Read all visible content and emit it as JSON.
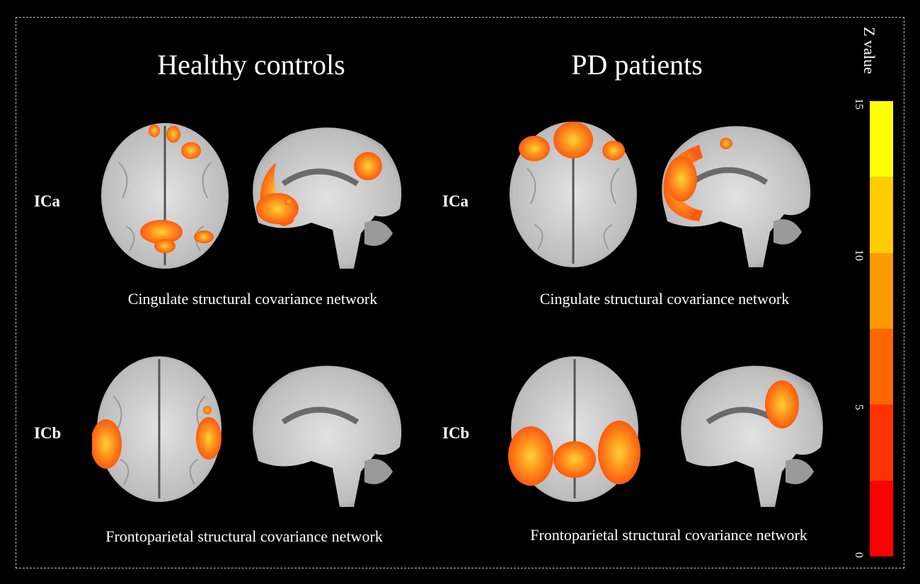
{
  "titles": {
    "left": "Healthy controls",
    "right": "PD patients"
  },
  "rows": {
    "a": "ICa",
    "b": "ICb"
  },
  "captions": {
    "cingulate": "Cingulate structural covariance network",
    "frontoparietal": "Frontoparietal structural covariance network"
  },
  "colorbar": {
    "label": "Z value",
    "ticks": [
      "15",
      "10",
      "5",
      "0"
    ],
    "colors": [
      "#ffff00",
      "#ffcc00",
      "#ff9900",
      "#ff6600",
      "#ff3300",
      "#ff0000"
    ],
    "min": 0,
    "max": 15
  }
}
